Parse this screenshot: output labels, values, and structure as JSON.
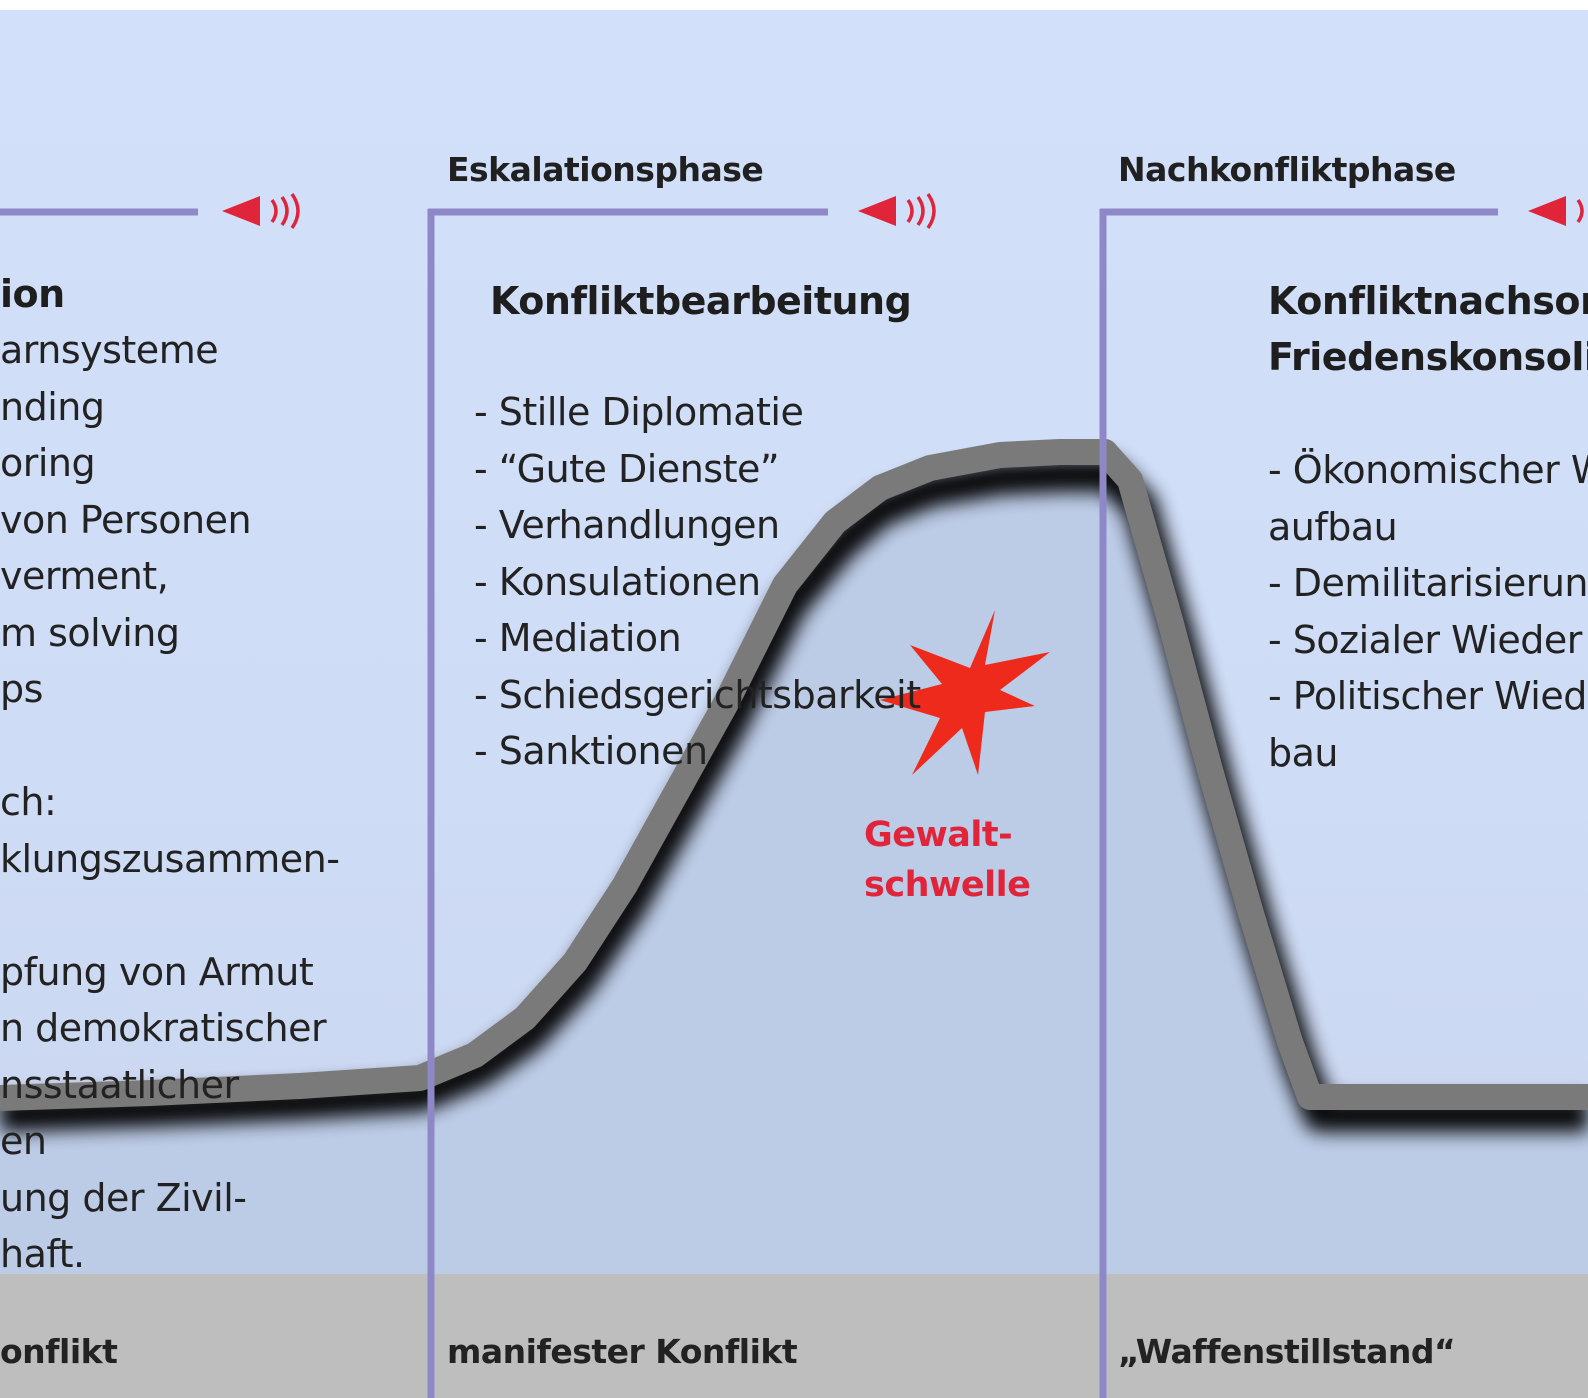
{
  "phases": [
    {
      "title": "",
      "bottom_label": "onflikt"
    },
    {
      "title": "Eskalationsphase",
      "bottom_label": "manifester Konflikt"
    },
    {
      "title": "Nachkonfliktphase",
      "bottom_label": "„Waffenstillstand“"
    }
  ],
  "columns": {
    "left": {
      "title": "ion",
      "items": [
        "arnsysteme",
        "nding",
        "oring",
        " von Personen",
        "verment,",
        "m solving",
        "ps",
        "",
        "ch:",
        "klungszusammen-",
        "",
        "pfung von Armut",
        "n demokratischer",
        "nsstaatlicher",
        "en",
        "ung der Zivil-",
        "haft."
      ]
    },
    "middle": {
      "title": "Konfliktbearbeitung",
      "items": [
        "- Stille Diplomatie",
        "-  “Gute Dienste”",
        "- Verhandlungen",
        "- Konsulationen",
        "-   Mediation",
        "- Schiedsgerichtsbarkeit",
        "- Sanktionen"
      ]
    },
    "right": {
      "title_lines": [
        "Konfliktnachsor",
        "Friedenskonsoli"
      ],
      "items": [
        "- Ökonomischer W",
        "aufbau",
        "- Demilitarisierun",
        "- Sozialer Wieder",
        "- Politischer Wied",
        "bau"
      ]
    }
  },
  "threshold": {
    "line1": "Gewalt-",
    "line2": "schwelle"
  },
  "icons": {
    "speaker": "speaker-sound-icon",
    "explosion": "explosion-star-icon"
  },
  "colors": {
    "background": "#d0ddf8",
    "lower_area": "#b9c8e4",
    "bottom_band": "#bebebe",
    "divider": "#8f88c8",
    "curve": "#7a7a7a",
    "accent_red": "#e0243a",
    "star_red": "#ee2a1c"
  }
}
